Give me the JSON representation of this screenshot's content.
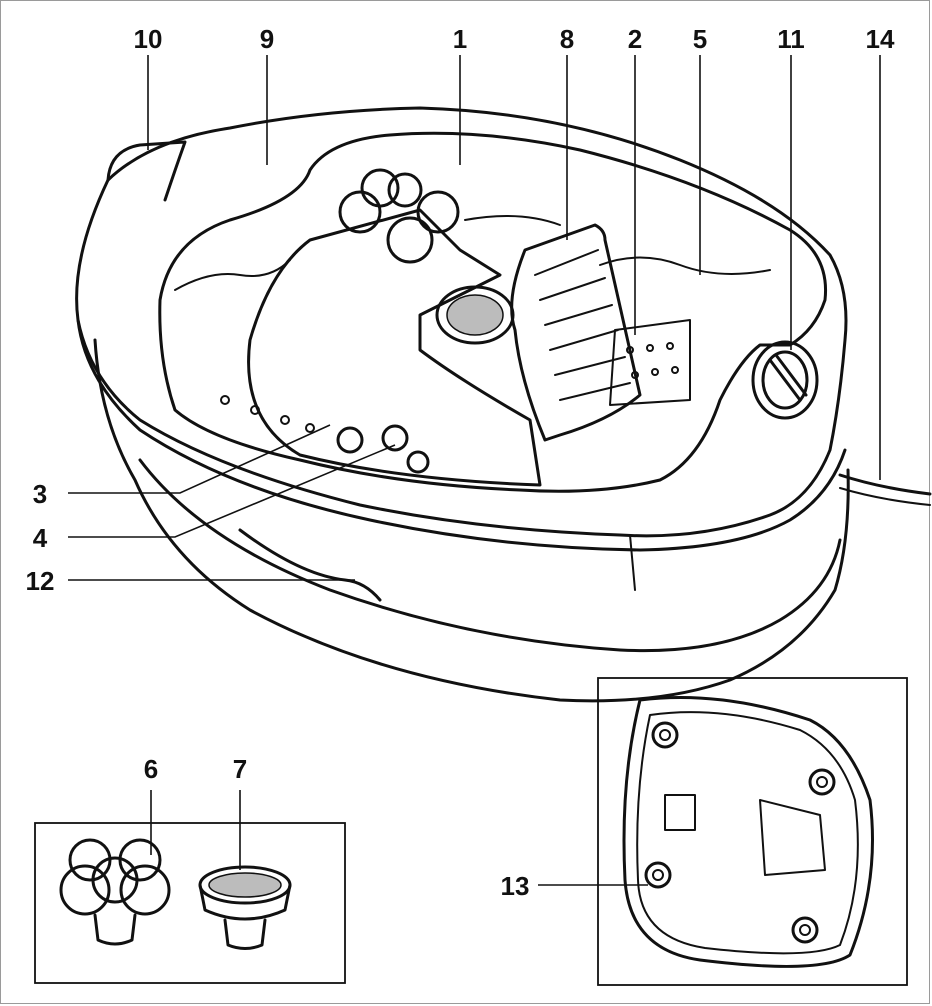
{
  "labels": {
    "l10": "10",
    "l9": "9",
    "l1": "1",
    "l8": "8",
    "l2": "2",
    "l5": "5",
    "l11": "11",
    "l14": "14",
    "l3": "3",
    "l4": "4",
    "l12": "12",
    "l6": "6",
    "l7": "7",
    "l13": "13"
  }
}
